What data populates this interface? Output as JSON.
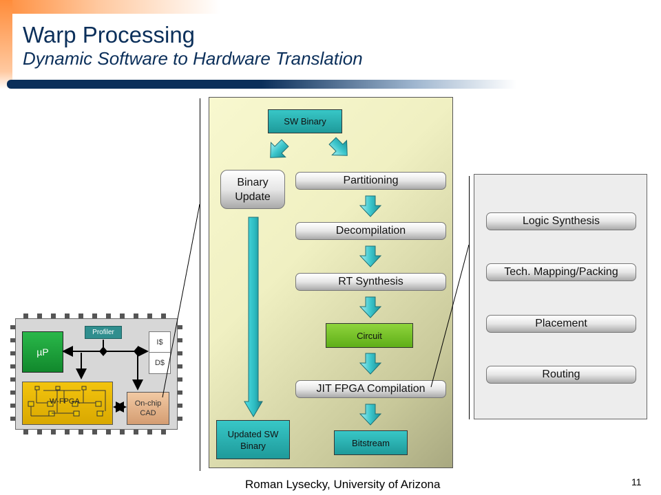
{
  "slide": {
    "title": "Warp Processing",
    "subtitle": "Dynamic Software to Hardware Translation",
    "footer": "Roman Lysecky, University of Arizona",
    "page_number": "11"
  },
  "chip": {
    "microprocessor": "µP",
    "profiler": "Profiler",
    "icache": "I$",
    "dcache": "D$",
    "wfpga": "W-FPGA",
    "cad_line1": "On-chip",
    "cad_line2": "CAD"
  },
  "flow": {
    "sw_binary": "SW Binary",
    "binary_update_line1": "Binary",
    "binary_update_line2": "Update",
    "partitioning": "Partitioning",
    "decompilation": "Decompilation",
    "rt_synthesis": "RT Synthesis",
    "circuit": "Circuit",
    "jit_compilation": "JIT FPGA Compilation",
    "bitstream": "Bitstream",
    "updated_line1": "Updated SW",
    "updated_line2": "Binary"
  },
  "cad_flow": {
    "logic_synthesis": "Logic Synthesis",
    "tech_mapping": "Tech. Mapping/Packing",
    "placement": "Placement",
    "routing": "Routing"
  },
  "colors": {
    "title": "#0b2f5a",
    "arrow_teal": "#3cc6cc",
    "circuit_green": "#7cc42e",
    "box_teal": "#2cb1b1",
    "fpga_yellow": "#f3c40e"
  }
}
